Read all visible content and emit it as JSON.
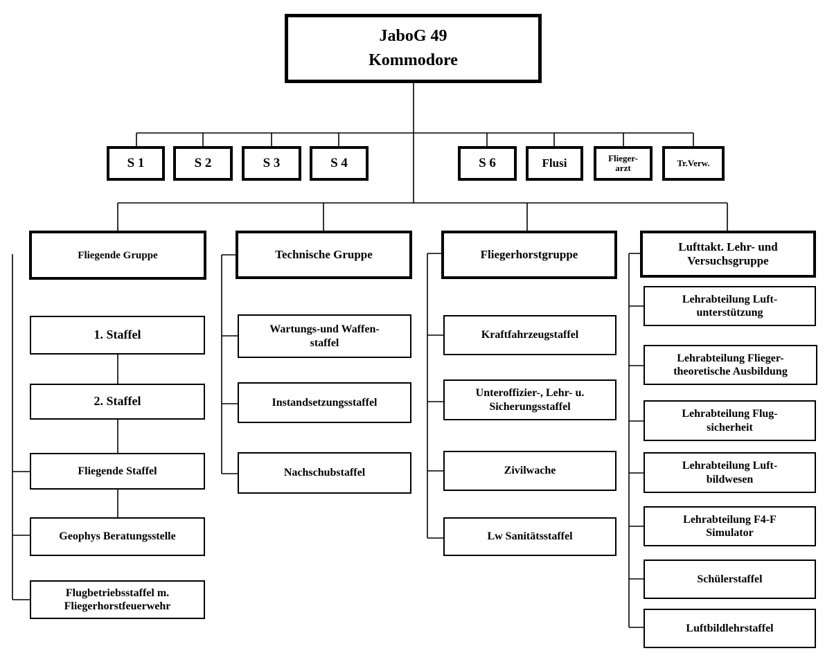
{
  "top": {
    "label": "JaboG 49\nKommodore"
  },
  "staff": [
    {
      "id": "s1",
      "label": "S 1"
    },
    {
      "id": "s2",
      "label": "S 2"
    },
    {
      "id": "s3",
      "label": "S 3"
    },
    {
      "id": "s4",
      "label": "S 4"
    },
    {
      "id": "s6",
      "label": "S 6"
    },
    {
      "id": "flusi",
      "label": "Flusi"
    },
    {
      "id": "fliegerarzt",
      "label": "Flieger-\narzt"
    },
    {
      "id": "trverw",
      "label": "Tr.Verw."
    }
  ],
  "groups": [
    {
      "label": "Fliegende Gruppe",
      "units": [
        "1. Staffel",
        "2. Staffel",
        "Fliegende Staffel",
        "Geophys Beratungsstelle",
        "Flugbetriebsstaffel m.\nFliegerhorstfeuerwehr"
      ]
    },
    {
      "label": "Technische Gruppe",
      "units": [
        "Wartungs-und Waffen-\nstaffel",
        "Instandsetzungsstaffel",
        "Nachschubstaffel"
      ]
    },
    {
      "label": "Fliegerhorstgruppe",
      "units": [
        "Kraftfahrzeugstaffel",
        "Unteroffizier-, Lehr- u.\nSicherungsstaffel",
        "Zivilwache",
        "Lw Sanitätsstaffel"
      ]
    },
    {
      "label": "Lufttakt. Lehr- und\nVersuchsgruppe",
      "units": [
        "Lehrabteilung Luft-\nunterstützung",
        "Lehrabteilung Flieger-\ntheoretische Ausbildung",
        "Lehrabteilung Flug-\nsicherheit",
        "Lehrabteilung Luft-\nbildwesen",
        "Lehrabteilung F4-F\nSimulator",
        "Schülerstaffel",
        "Luftbildlehrstaffel"
      ]
    }
  ]
}
